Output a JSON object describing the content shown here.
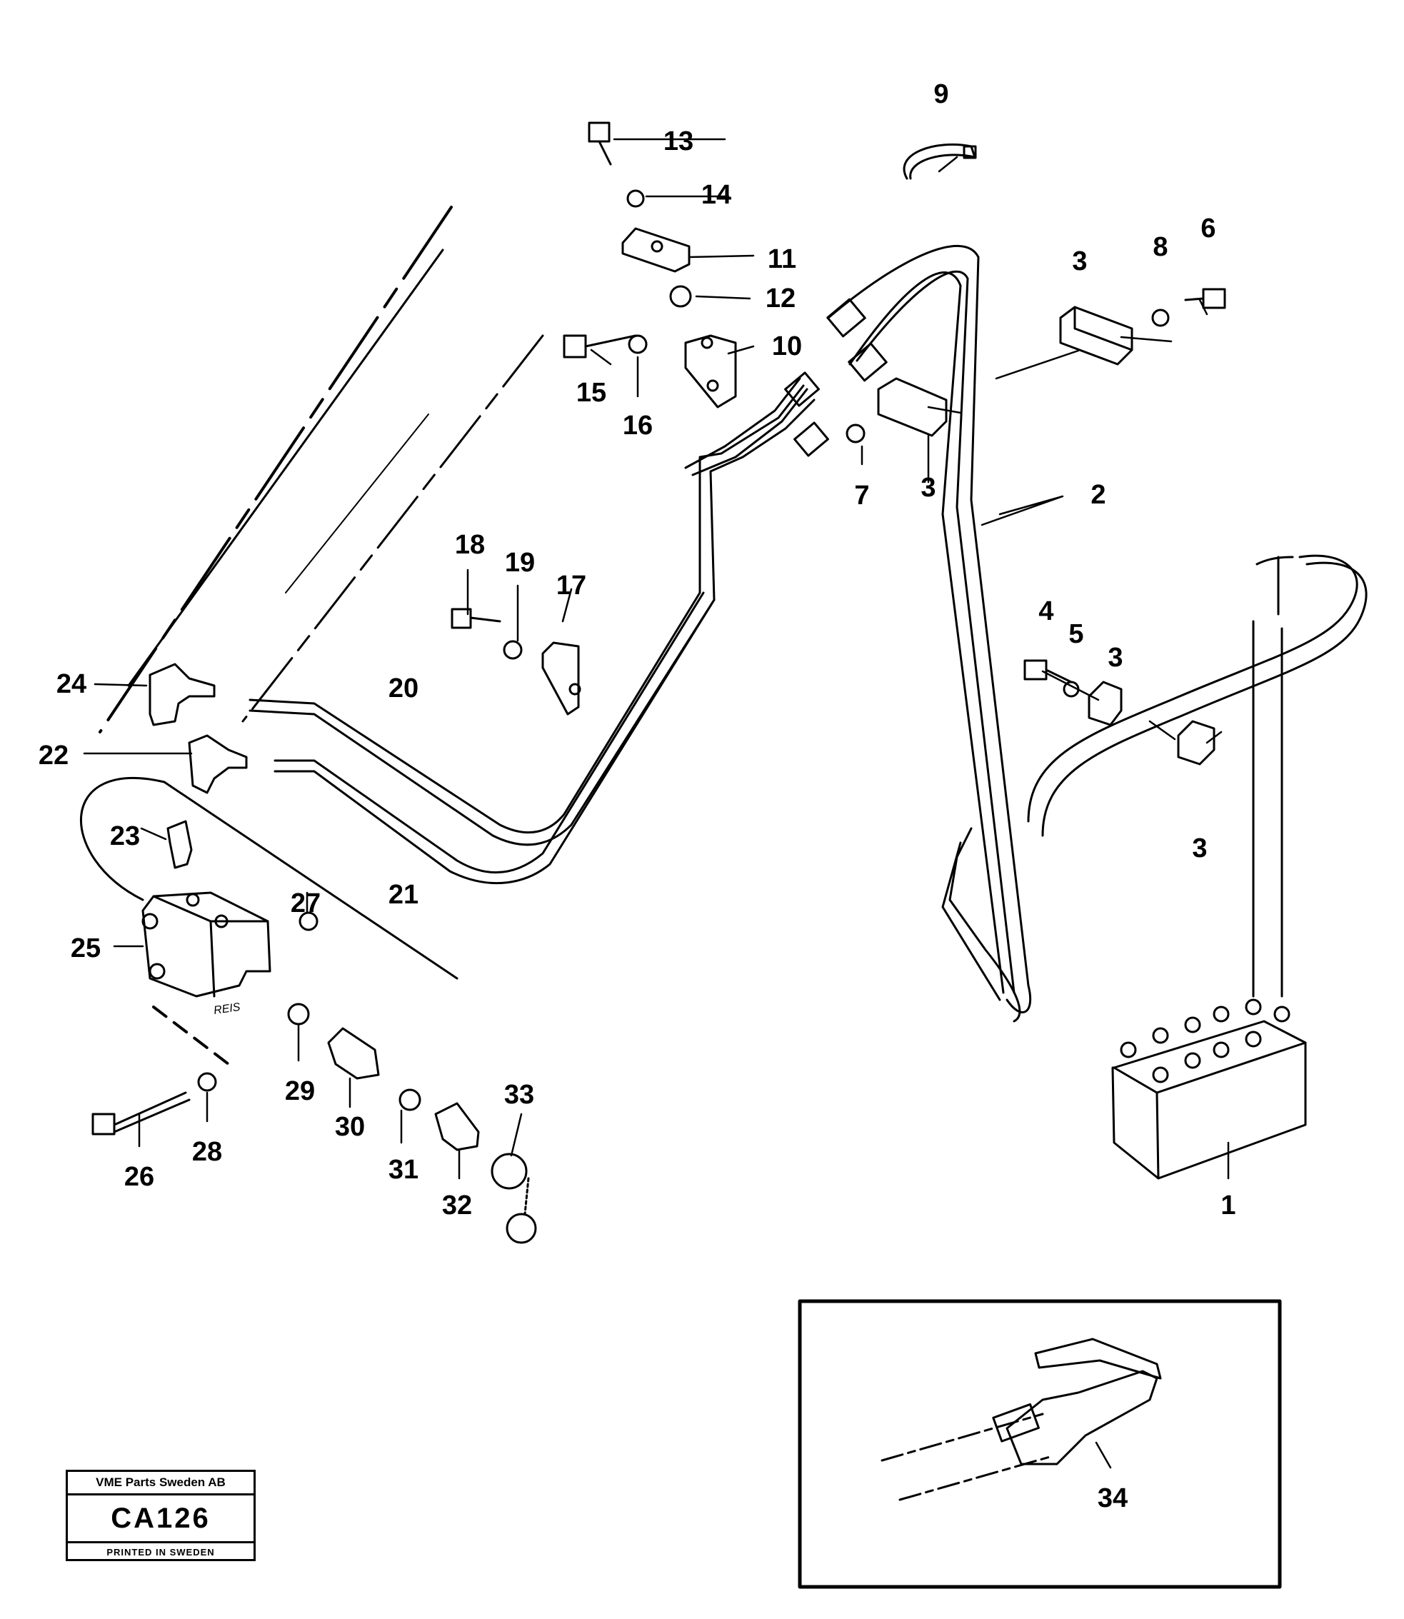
{
  "figure": {
    "code": "CA126",
    "company": "VME Parts Sweden AB",
    "printed": "PRINTED IN SWEDEN",
    "scribble": "REIS"
  },
  "part_numbers": [
    "1",
    "2",
    "3",
    "3",
    "3",
    "3",
    "4",
    "5",
    "6",
    "7",
    "8",
    "9",
    "10",
    "11",
    "12",
    "13",
    "14",
    "15",
    "16",
    "17",
    "18",
    "19",
    "20",
    "21",
    "22",
    "23",
    "24",
    "25",
    "26",
    "27",
    "28",
    "29",
    "30",
    "31",
    "32",
    "33",
    "34"
  ],
  "colors": {
    "line": "#000000",
    "background": "#ffffff"
  }
}
